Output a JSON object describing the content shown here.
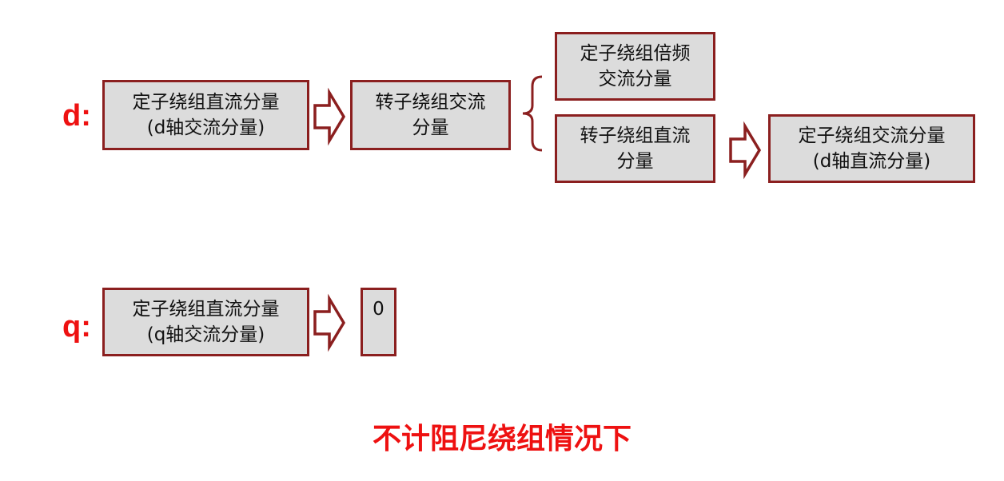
{
  "d_row": {
    "label": "d:",
    "box_stator_dc": "定子绕组直流分量\n(d轴交流分量)",
    "box_rotor_ac": "转子绕组交流\n分量",
    "box_stator_double_freq": "定子绕组倍频\n交流分量",
    "box_rotor_dc": "转子绕组直流\n分量",
    "box_stator_ac": "定子绕组交流分量\n(d轴直流分量)"
  },
  "q_row": {
    "label": "q:",
    "box_stator_dc": "定子绕组直流分量\n(q轴交流分量)",
    "box_zero": "0"
  },
  "footer": {
    "caption": "不计阻尼绕组情况下"
  },
  "colors": {
    "label_red": "#ee1111",
    "box_border": "#8b1f1f",
    "box_fill": "#dcdcdc",
    "arrow_stroke": "#8b1f1f"
  }
}
